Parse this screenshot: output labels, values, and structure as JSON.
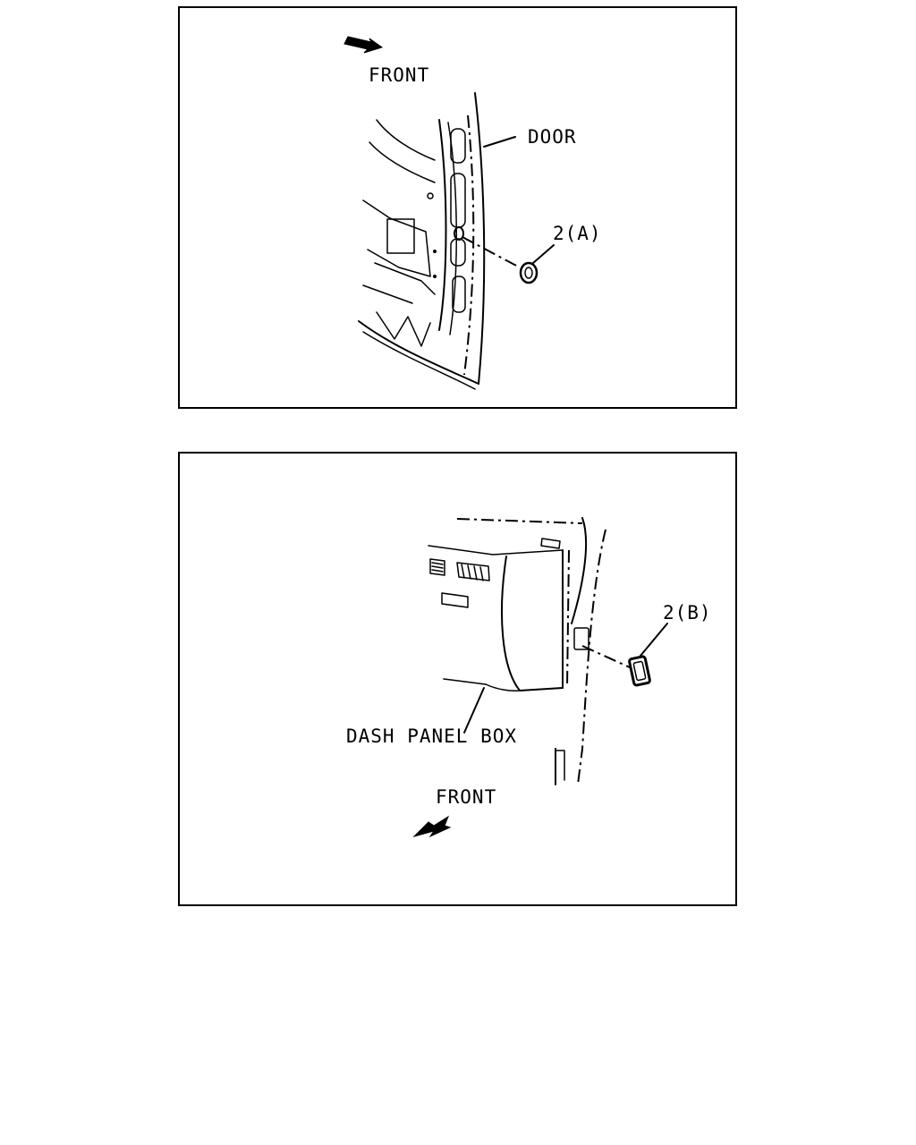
{
  "figure_top": {
    "front_label": "FRONT",
    "door_label": "DOOR",
    "part_label": "2(A)"
  },
  "figure_bottom": {
    "part_label": "2(B)",
    "dash_panel_label": "DASH PANEL BOX",
    "front_label": "FRONT"
  },
  "colors": {
    "line": "#000000",
    "background": "#ffffff"
  }
}
